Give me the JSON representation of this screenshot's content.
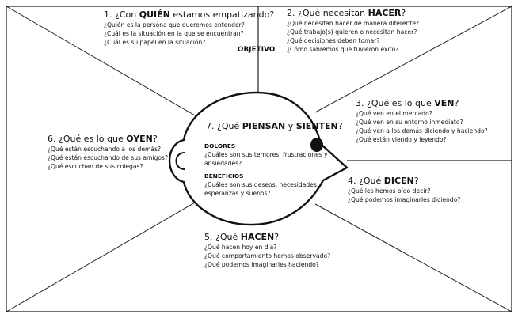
{
  "objective_label": "OBJETIVO",
  "sections": {
    "who": {
      "number": "1.",
      "title_pre": "¿Con",
      "title_bold": "QUIÉN",
      "title_post": "estamos empatizando?",
      "questions": [
        "¿Quién es la persona que queremos entender?",
        "¿Cuál es la situación en la que se encuentran?",
        "¿Cuál es su papel en la situación?"
      ]
    },
    "do": {
      "number": "2.",
      "title_pre": "¿Qué necesitan",
      "title_bold": "HACER",
      "title_post": "?",
      "questions": [
        "¿Qué necesitan hacer de manera diferente?",
        "¿Qué trabajo(s) quieren o necesitan hacer?",
        "¿Qué decisiones deben tomar?",
        "¿Cómo sabremos que tuvieron éxito?"
      ]
    },
    "see": {
      "number": "3.",
      "title_pre": "¿Qué es lo que",
      "title_bold": "VEN",
      "title_post": "?",
      "questions": [
        "¿Qué ven en el mercado?",
        "¿Qué ven en su entorno inmediato?",
        "¿Qué ven a los demás diciendo y haciendo?",
        "¿Qué están viendo y leyendo?"
      ]
    },
    "say": {
      "number": "4.",
      "title_pre": "¿Qué",
      "title_bold": "DICEN",
      "title_post": "?",
      "questions": [
        "¿Qué les hemos oído decir?",
        "¿Qué podemos imaginarles diciendo?"
      ]
    },
    "doing": {
      "number": "5.",
      "title_pre": "¿Qué",
      "title_bold": "HACEN",
      "title_post": "?",
      "questions": [
        "¿Qué hacen hoy en día?",
        "¿Qué comportamiento hemos observado?",
        "¿Qué podemos imaginarles haciendo?"
      ]
    },
    "hear": {
      "number": "6.",
      "title_pre": "¿Qué es lo que",
      "title_bold": "OYEN",
      "title_post": "?",
      "questions": [
        "¿Qué están escuchando a los demás?",
        "¿Qué están escuchando de sus amigos?",
        "¿Qué escuchan de sus colegas?"
      ]
    },
    "think": {
      "number": "7.",
      "title_pre": "¿Qué",
      "title_bold": "PIENSAN",
      "title_mid": "y",
      "title_bold2": "SIENTEN",
      "title_post": "?",
      "pains_label": "DOLORES",
      "pains_text": [
        "¿Cuáles son sus temores, frustraciones y",
        "ansiedades?"
      ],
      "gains_label": "BENEFICIOS",
      "gains_text": [
        "¿Cuáles son sus deseos, necesidades,",
        "esperanzas y sueños?"
      ]
    }
  }
}
